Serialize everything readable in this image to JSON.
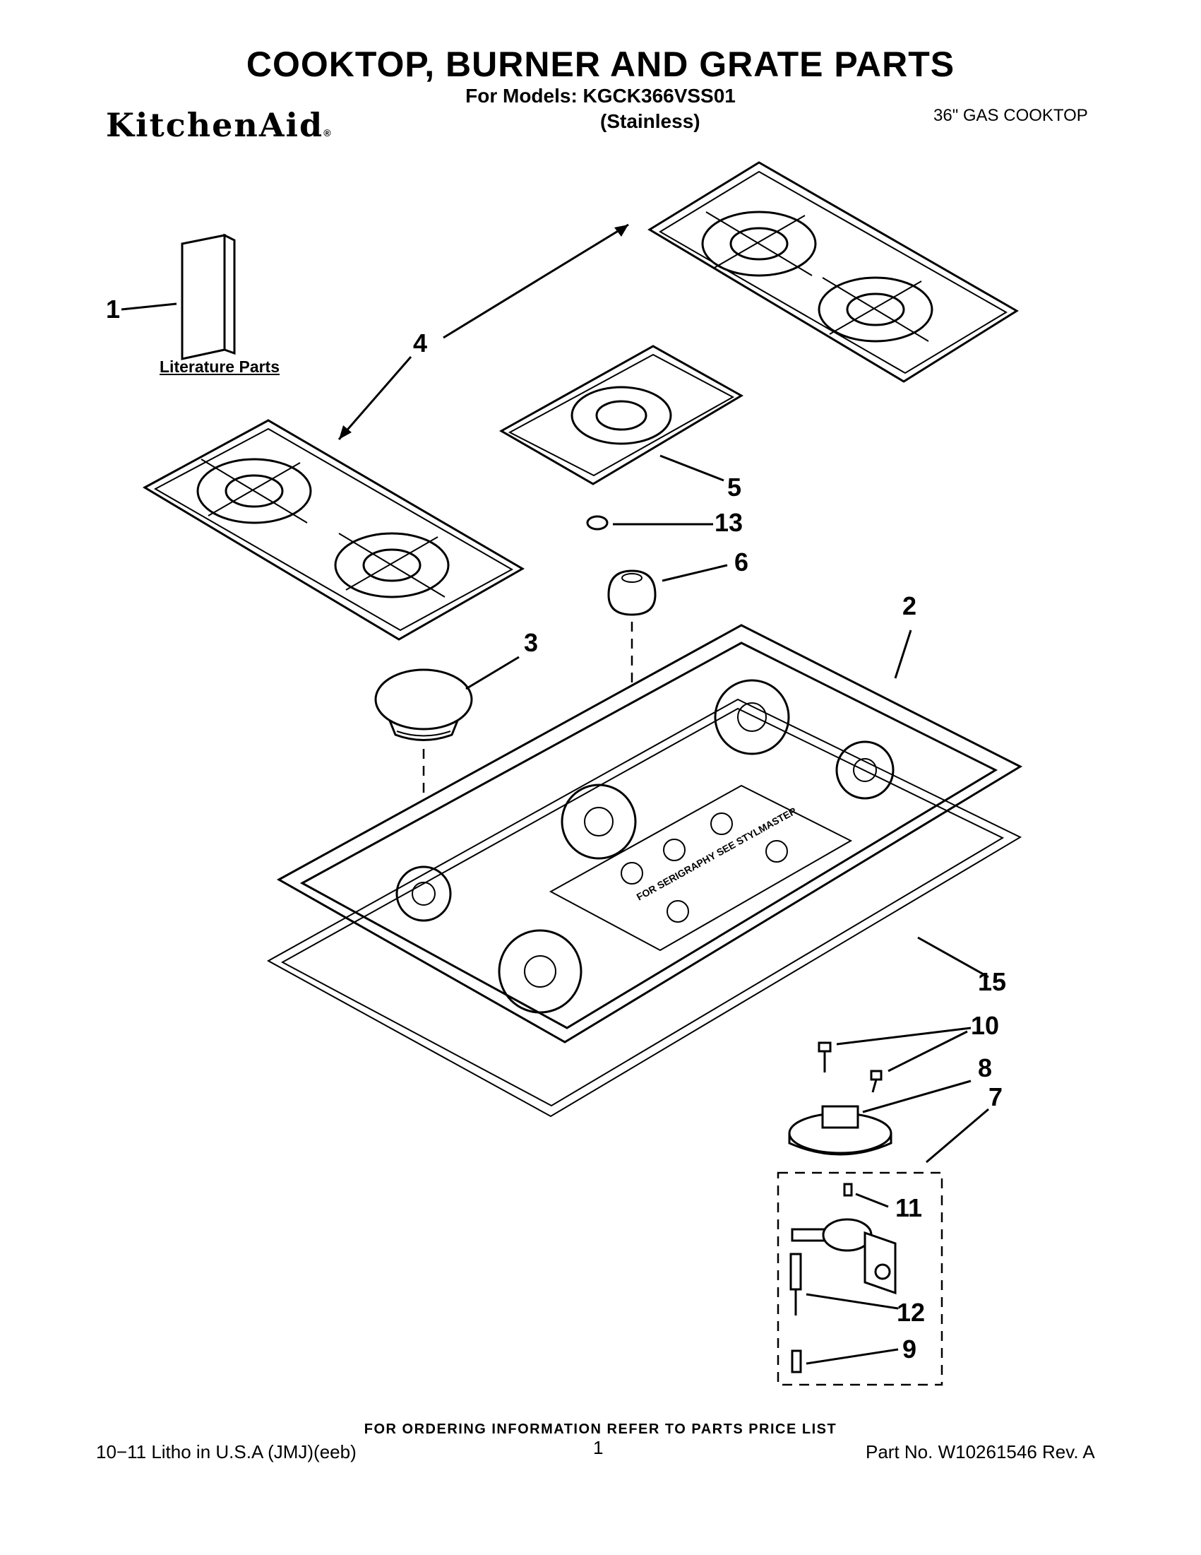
{
  "header": {
    "title": "COOKTOP, BURNER AND GRATE PARTS",
    "models_line": "For Models: KGCK366VSS01",
    "variant": "(Stainless)",
    "brand": "KitchenAid",
    "brand_mark": "®",
    "product": "36\" GAS COOKTOP"
  },
  "literature_label": "Literature Parts",
  "callouts": [
    "1",
    "2",
    "3",
    "4",
    "5",
    "6",
    "7",
    "8",
    "9",
    "10",
    "11",
    "12",
    "13",
    "15"
  ],
  "diagram_text": {
    "panel_text": "FOR SERIGRAPHY SEE STYLMASTER"
  },
  "footer": {
    "ordering_note": "FOR ORDERING INFORMATION REFER TO PARTS PRICE LIST",
    "litho": "10−11 Litho in U.S.A (JMJ)(eeb)",
    "page": "1",
    "part_no": "Part No. W10261546 Rev. A"
  }
}
